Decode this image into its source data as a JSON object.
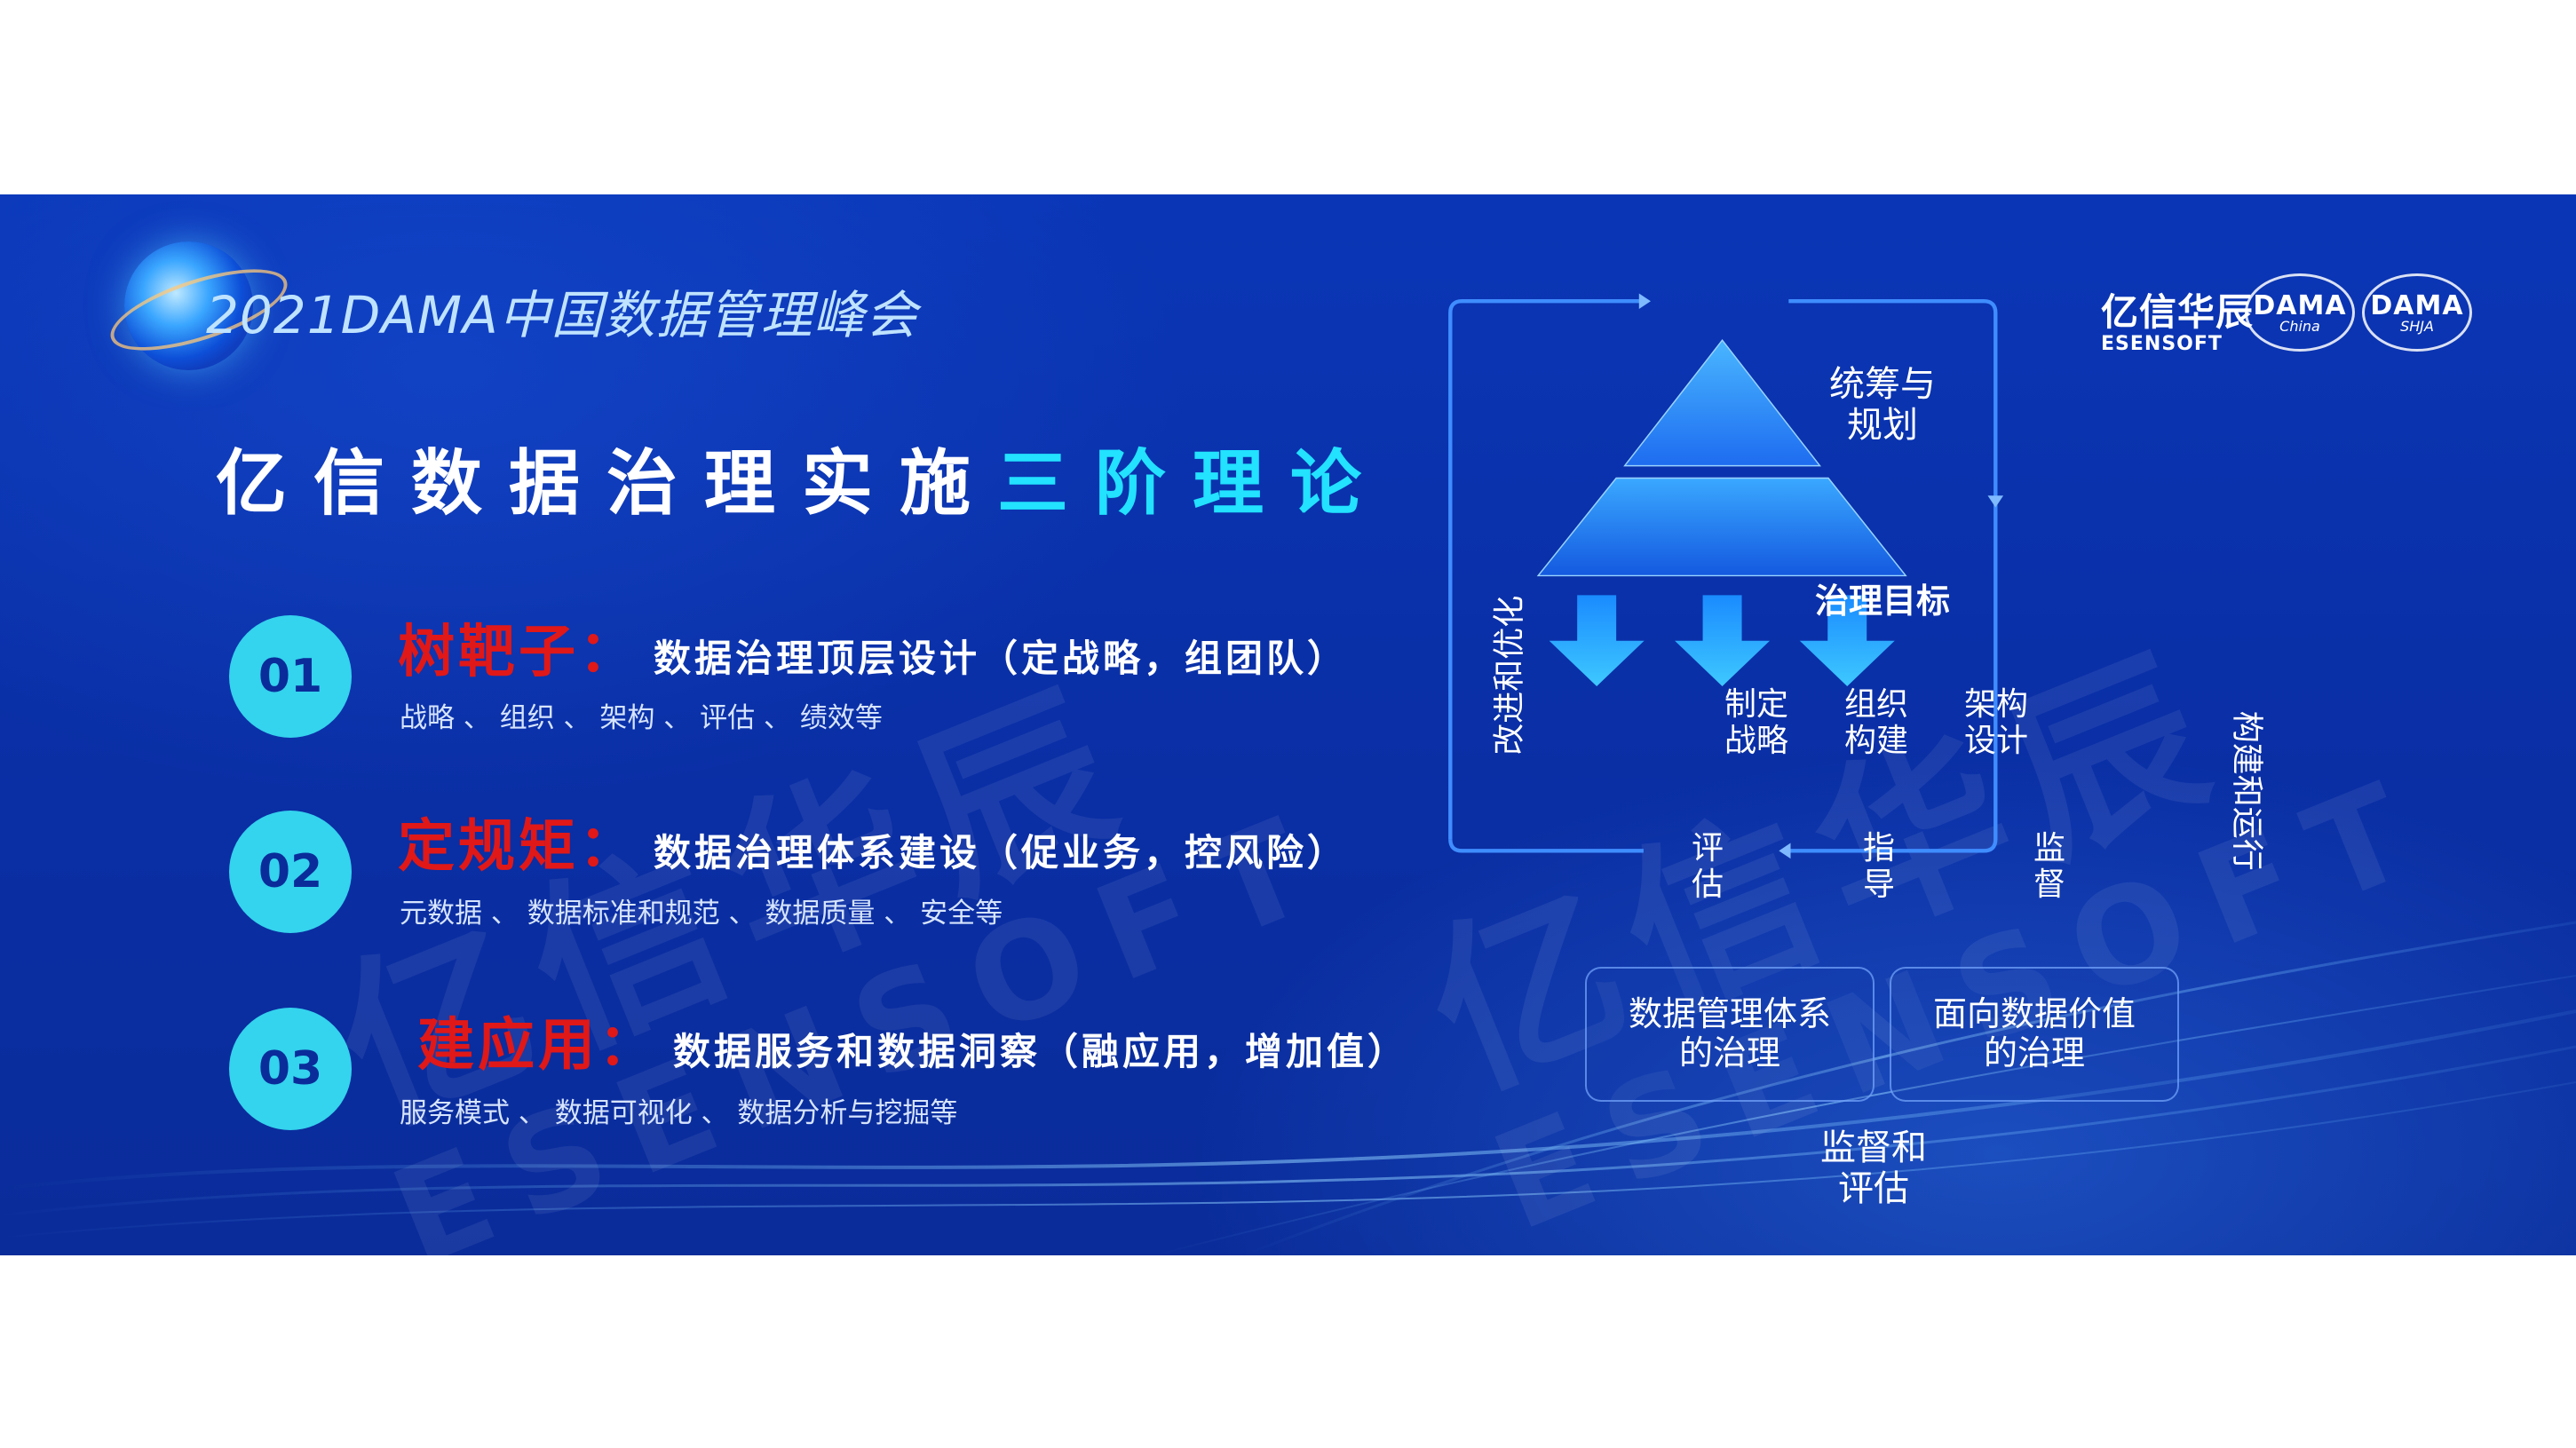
{
  "header": {
    "event_title": "2021DAMA中国数据管理峰会",
    "brand_cn": "亿信华辰",
    "brand_en": "ESENSOFT",
    "partner_logo_1": {
      "main": "DAMA",
      "sub": "China"
    },
    "partner_logo_2": {
      "main": "DAMA",
      "sub": "SHJA"
    }
  },
  "watermark": {
    "cn": "亿信华辰",
    "en": "ESENSOFT"
  },
  "title": {
    "prefix": "亿信数据治理实施",
    "highlight": "三阶理论"
  },
  "items": [
    {
      "num": "01",
      "key": "树靶子：",
      "head": "数据治理顶层设计（定战略，组团队）",
      "sub": "战略 、 组织 、 架构 、 评估 、 绩效等"
    },
    {
      "num": "02",
      "key": "定规矩：",
      "head": "数据治理体系建设（促业务，控风险）",
      "sub": "元数据 、 数据标准和规范 、 数据质量 、 安全等"
    },
    {
      "num": "03",
      "key": "建应用：",
      "head": "数据服务和数据洞察（融应用，增加值）",
      "sub": "服务模式 、 数据可视化 、 数据分析与挖掘等"
    }
  ],
  "diagram": {
    "top_label": "统筹与\n规划",
    "bottom_label": "监督和\n评估",
    "left_label": "改进和优化",
    "right_label": "构建和运行",
    "pyramid_top": "治理目标",
    "pyramid_mid": [
      "制定\n战略",
      "组织\n构建",
      "架构\n设计"
    ],
    "arrows": [
      "评\n估",
      "指\n导",
      "监\n督"
    ],
    "boxes": [
      "数据管理体系\n的治理",
      "面向数据价值\n的治理"
    ]
  },
  "colors": {
    "background": "#0a36b6",
    "accent": "#22e2ff",
    "key_red": "#e01818",
    "number_badge": "#34d3ee"
  }
}
